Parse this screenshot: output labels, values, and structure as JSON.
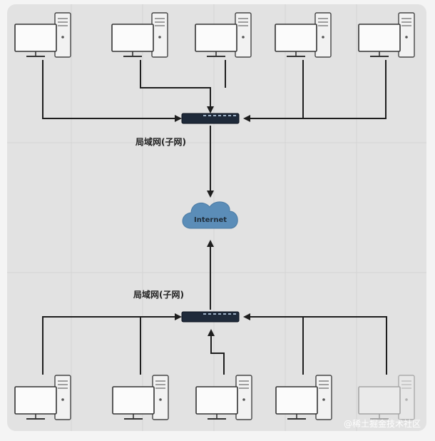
{
  "diagram": {
    "top_subnet_label": "局域网(子网)",
    "bottom_subnet_label": "局域网(子网)",
    "cloud_label": "Internet",
    "watermark": "@稀土掘金技术社区",
    "colors": {
      "background": "#e2e2e2",
      "line": "#1e1e1e",
      "cloud": "#5b8db8",
      "switch": "#1f2a3a"
    }
  }
}
